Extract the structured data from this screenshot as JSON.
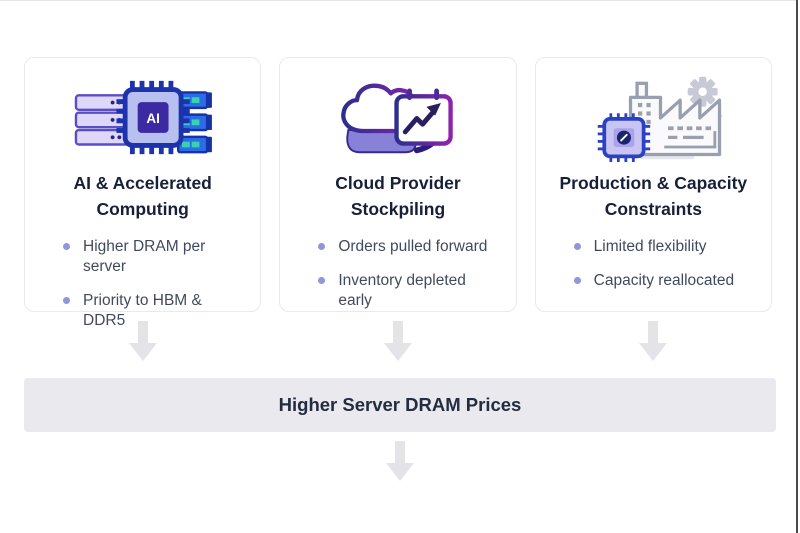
{
  "diagram": {
    "cards": [
      {
        "title": "AI & Accelerated Computing",
        "icon": "ai-chip-with-servers",
        "bullets": [
          "Higher DRAM per server",
          "Priority to HBM & DDR5"
        ]
      },
      {
        "title": "Cloud Provider Stockpiling",
        "icon": "cloud-with-trend-calendar",
        "bullets": [
          "Orders pulled forward",
          "Inventory depleted early"
        ]
      },
      {
        "title": "Production & Capacity Constraints",
        "icon": "factory-with-gear-and-chip",
        "bullets": [
          "Limited flexibility",
          "Capacity reallocated"
        ]
      }
    ],
    "result_banner": {
      "label": "Higher Server DRAM Prices"
    },
    "colors": {
      "background": "#ffffff",
      "card_border": "#e9e9ee",
      "title_text": "#181f38",
      "bullet_text": "#414a5c",
      "bullet_dot": "#8f96da",
      "banner_background": "#e9e9ee",
      "banner_text": "#232c40",
      "arrow": "#e3e3e8",
      "icon_indigo": "#1c33ac",
      "icon_purple": "#3b2aa2",
      "icon_blue": "#2c6ce4",
      "icon_teal": "#38d2b2",
      "icon_gray": "#989fae"
    }
  }
}
